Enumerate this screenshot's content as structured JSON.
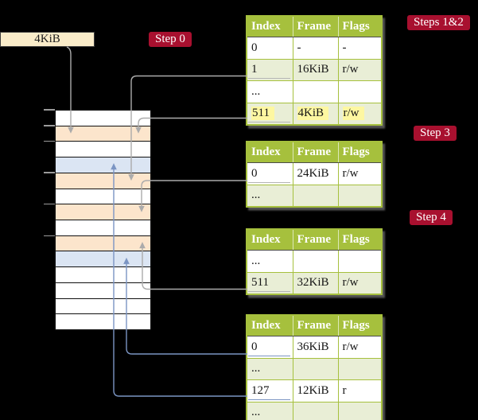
{
  "page": {
    "background": "#000000"
  },
  "colors": {
    "badge_red": "#a8102f",
    "header_green": "#a6c03d",
    "grid_green": "#a6c03d",
    "row_green": "#e9eed6",
    "highlight_yellow": "#fdf7a1",
    "frame_peach": "#fce5cc",
    "frame_blue": "#dbe5f3",
    "root_cream": "#faecc9",
    "line_gray": "#ababab",
    "line_blue": "#7b95c3"
  },
  "root_frame": {
    "label": "4KiB"
  },
  "badges": {
    "step0": {
      "text": "Step 0"
    },
    "steps12": {
      "text": "Steps 1&2"
    },
    "step3": {
      "text": "Step 3"
    },
    "step4": {
      "text": "Step 4"
    }
  },
  "memory": {
    "rows": [
      {
        "fill": "plain"
      },
      {
        "fill": "peach"
      },
      {
        "fill": "plain"
      },
      {
        "fill": "blue"
      },
      {
        "fill": "peach"
      },
      {
        "fill": "plain"
      },
      {
        "fill": "peach"
      },
      {
        "fill": "plain"
      },
      {
        "fill": "peach"
      },
      {
        "fill": "blue"
      },
      {
        "fill": "plain"
      },
      {
        "fill": "plain"
      },
      {
        "fill": "plain"
      },
      {
        "fill": "plain"
      }
    ]
  },
  "tables": [
    {
      "id": "steps12",
      "headers": [
        "Index",
        "Frame",
        "Flags"
      ],
      "rows": [
        {
          "cells": [
            "0",
            "-",
            "-"
          ]
        },
        {
          "cells": [
            "1",
            "16KiB",
            "r/w"
          ],
          "underline": "gray"
        },
        {
          "cells": [
            "...",
            "",
            ""
          ]
        },
        {
          "cells": [
            "511",
            "4KiB",
            "r/w"
          ],
          "underline": "gray",
          "highlight": true
        }
      ]
    },
    {
      "id": "step3",
      "headers": [
        "Index",
        "Frame",
        "Flags"
      ],
      "rows": [
        {
          "cells": [
            "0",
            "24KiB",
            "r/w"
          ],
          "underline": "gray"
        },
        {
          "cells": [
            "...",
            "",
            ""
          ]
        }
      ]
    },
    {
      "id": "step4",
      "headers": [
        "Index",
        "Frame",
        "Flags"
      ],
      "rows": [
        {
          "cells": [
            "...",
            "",
            ""
          ]
        },
        {
          "cells": [
            "511",
            "32KiB",
            "r/w"
          ],
          "underline": "gray"
        }
      ]
    },
    {
      "id": "final",
      "headers": [
        "Index",
        "Frame",
        "Flags"
      ],
      "rows": [
        {
          "cells": [
            "0",
            "36KiB",
            "r/w"
          ],
          "underline": "blue"
        },
        {
          "cells": [
            "...",
            "",
            ""
          ]
        },
        {
          "cells": [
            "127",
            "12KiB",
            "r"
          ],
          "underline": "blue"
        },
        {
          "cells": [
            "...",
            "",
            ""
          ]
        }
      ]
    }
  ],
  "connectors": [
    {
      "from": "root-pointer-4KiB",
      "to": "frame-4KiB",
      "color": "gray"
    },
    {
      "from": "table-steps12-entry-1",
      "to": "frame-16KiB",
      "color": "gray"
    },
    {
      "from": "table-steps12-entry-511",
      "to": "frame-4KiB",
      "color": "gray"
    },
    {
      "from": "table-step3-entry-0",
      "to": "frame-24KiB",
      "color": "gray"
    },
    {
      "from": "table-step4-entry-511",
      "to": "frame-32KiB",
      "color": "gray"
    },
    {
      "from": "table-final-entry-0",
      "to": "frame-36KiB",
      "color": "blue"
    },
    {
      "from": "table-final-entry-127",
      "to": "frame-12KiB",
      "color": "blue"
    }
  ]
}
